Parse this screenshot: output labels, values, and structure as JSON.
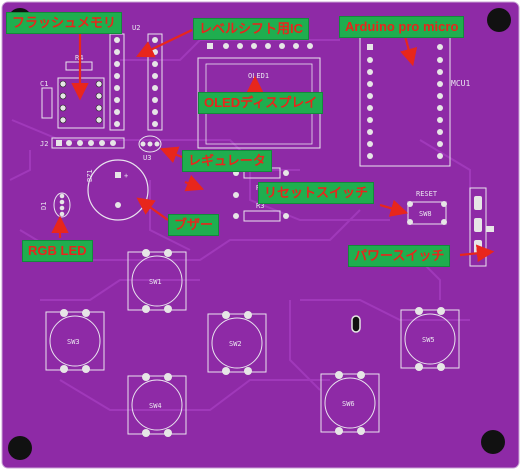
{
  "labels": {
    "flash_memory": "フラッシュメモリ",
    "level_shift_ic": "レベルシフト用IC",
    "arduino": "Arduino pro micro",
    "oled_display": "OLEDディスプレイ",
    "regulator": "レギュレータ",
    "reset_switch": "リセットスイッチ",
    "buzzer": "ブザー",
    "rgb_led": "RGB LED",
    "power_switch": "パワースイッチ"
  },
  "silkscreen": {
    "r4": "R4",
    "c1": "C1",
    "u2": "U2",
    "j2": "J2",
    "u3": "U3",
    "oled1": "OLED1",
    "mcu1": "MCU1",
    "bz1": "BZ1",
    "d1": "D1",
    "r2": "R2",
    "r3": "R3",
    "reset": "RESET",
    "sw8": "SW8",
    "sw1": "SW1",
    "sw2": "SW2",
    "sw3": "SW3",
    "sw4": "SW4",
    "sw5": "SW5",
    "sw6": "SW6",
    "plus": "+"
  },
  "colors": {
    "board": "#8e2aa6",
    "board_dark": "#6d1d84",
    "trace": "#a23bbd",
    "silk": "#e9e4ef",
    "pad": "#e6e6e6",
    "label_bg": "#1fae4f",
    "label_text": "#e8261c",
    "arrow": "#e8261c"
  }
}
